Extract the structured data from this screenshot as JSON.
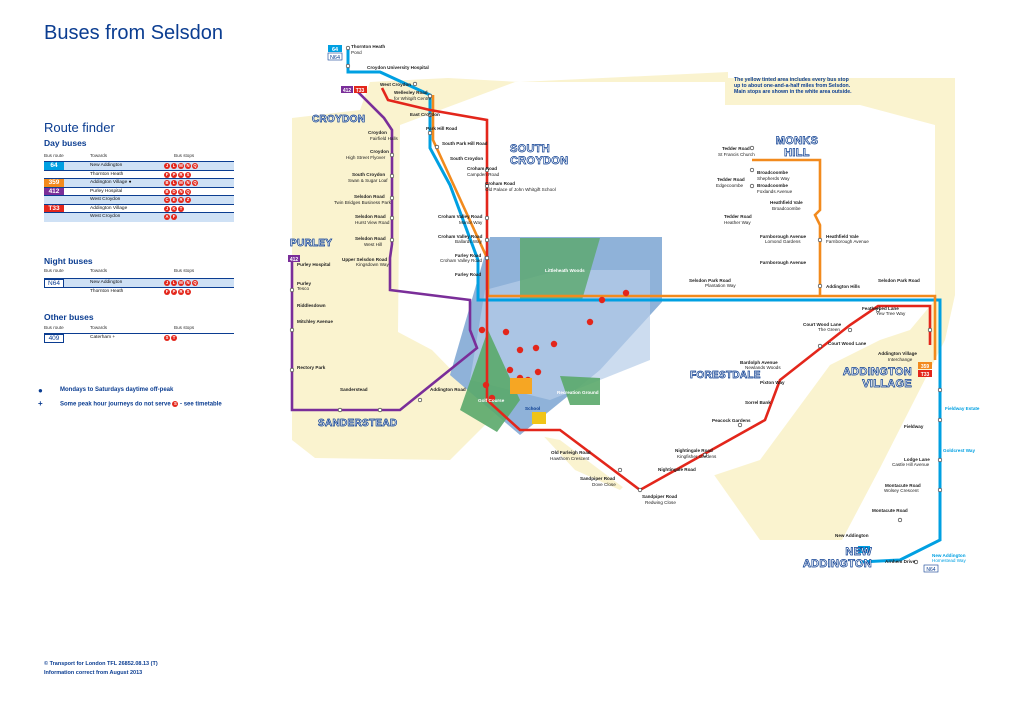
{
  "title": "Buses from Selsdon",
  "route_finder": {
    "heading": "Route finder",
    "day_heading": "Day buses",
    "col_route": "Bus route",
    "col_towards": "Towards",
    "col_stops": "Bus stops",
    "day": [
      {
        "route": "64",
        "towards": "New Addington",
        "stops": [
          "J",
          "L",
          "M",
          "N",
          "Q"
        ],
        "color": "#00a0e2",
        "shade": true
      },
      {
        "route": "",
        "towards": "Thornton Heath",
        "stops": [
          "F",
          "P",
          "R",
          "S"
        ],
        "color": "#00a0e2",
        "shade": false
      },
      {
        "route": "359",
        "towards": "Addington Village ●",
        "stops": [
          "B",
          "L",
          "M",
          "N",
          "Q"
        ],
        "color": "#f28a1d",
        "shade": true
      },
      {
        "route": "412",
        "towards": "Purley Hospital",
        "stops": [
          "B",
          "D",
          "N",
          "Q"
        ],
        "color": "#7a2e99",
        "shade": false
      },
      {
        "route": "",
        "towards": "West Croydon",
        "stops": [
          "C",
          "E",
          "R",
          "Z"
        ],
        "color": "#7a2e99",
        "shade": true
      },
      {
        "route": "T33",
        "towards": "Addington Village",
        "stops": [
          "J",
          "K",
          "T"
        ],
        "color": "#e3261b",
        "shade": false
      },
      {
        "route": "",
        "towards": "West Croydon",
        "stops": [
          "A",
          "F"
        ],
        "color": "#e3261b",
        "shade": true
      }
    ],
    "night_heading": "Night buses",
    "night": [
      {
        "route": "N64",
        "towards": "New Addington",
        "stops": [
          "J",
          "L",
          "M",
          "N",
          "Q"
        ],
        "shade": true
      },
      {
        "route": "",
        "towards": "Thornton Heath",
        "stops": [
          "F",
          "P",
          "R",
          "S"
        ],
        "shade": false
      }
    ],
    "other_heading": "Other buses",
    "other": [
      {
        "route": "409",
        "towards": "Caterham +",
        "stops": [
          "S",
          "T"
        ],
        "shade": false
      }
    ]
  },
  "legend": {
    "dot_text": "Mondays to Saturdays daytime off-peak",
    "plus_text": "Some peak hour journeys do not serve",
    "plus_stop": "S",
    "plus_tail": "- see timetable"
  },
  "footer": {
    "line1": "© Transport for London TFL 26852.08.13 (T)",
    "line2": "Information correct from August 2013"
  },
  "note": "The yellow tinted area includes every bus stop up to about one-and-a-half miles from Selsdon. Main stops are shown in the white area outside.",
  "areas": {
    "croydon": "CROYDON",
    "south_croydon": "SOUTH CROYDON",
    "monks_hill": "MONKS HILL",
    "purley": "PURLEY",
    "forestdale": "FORESTDALE",
    "addington_village": "ADDINGTON VILLAGE",
    "sanderstead": "SANDERSTEAD",
    "new_addington": "NEW ADDINGTON"
  },
  "map_labels": {
    "thornton_heath": "Thornton Heath",
    "pond": "Pond",
    "cuh": "Croydon University Hospital",
    "west_croydon": "West Croydon",
    "wellesley": "Wellesley Road",
    "whitgift_centre": "for Whitgift Centre",
    "east_croydon": "East Croydon",
    "park_hill": "Park Hill Road",
    "croydon_fh": "Croydon",
    "fairfield": "Fairfield Halls",
    "south_park_hill": "South Park Hill Road",
    "croydon_hs": "Croydon",
    "high_street": "High Street Flyover",
    "south_croydon": "South Croydon",
    "tedder_road": "Tedder Road",
    "st_francis": "St Francis Church",
    "croham_road": "Croham Road",
    "campden": "Campden Road",
    "swan": "Swan & Sugar Loaf",
    "croham_road2": "Croham Road",
    "old_palace": "Old Palace of John Whitgift School",
    "broadcoombe": "Broadcoombe",
    "shepherds": "Shepherds Way",
    "edgecoombe": "Edgecoombe",
    "foxlands": "Foxlands Avenue",
    "selsdon_road": "Selsdon Road",
    "twin_bridges": "Twin Bridges Business Park",
    "heathfield_vale": "Heathfield Vale",
    "selsdon_road2": "Selsdon Road",
    "hurst_view": "Hurst View Road",
    "croham_valley": "Croham Valley Road",
    "manor_way": "Manor Way",
    "heather_way": "Heather Way",
    "west_hill": "West Hill",
    "ballards": "Ballards Way",
    "farnborough": "Farnborough Avenue",
    "lomond": "Lomond Gardens",
    "upper_selsdon": "Upper Selsdon Road",
    "purley_hospital": "Purley Hospital",
    "kingsdown": "Kingsdown Way",
    "farley_road": "Farley Road",
    "littleheath": "Littleheath Woods",
    "purley_tesco": "Purley",
    "tesco": "Tesco",
    "selsdon_park": "Selsdon Park Road",
    "plantation": "Plantation Way",
    "addington_hills": "Addington Hills",
    "featherbed": "Featherbed Lane",
    "yew_tree": "Yew Tree Way",
    "riddlesdown": "Riddlesdown",
    "mitchley": "Mitchley Avenue",
    "court_wood": "Court Wood Lane",
    "the_green": "The Green",
    "rectory_park": "Rectory Park",
    "sanderstead_church": "Sanderstead",
    "addington_road": "Addington Road",
    "pixton_way": "Pixton Way",
    "golf_course": "Golf Course",
    "school": "School",
    "sorrel_bank": "Sorrel Bank",
    "recreation": "Recreation Ground",
    "peacock": "Peacock Gardens",
    "goldcrest": "Goldcrest Way",
    "nightingale": "Nightingale Road",
    "kingfisher": "Kingfisher Gardens",
    "old_farleigh": "Old Farleigh Road",
    "hawthorn": "Hawthorn Crescent",
    "sandpiper": "Sandpiper Road",
    "dove_close": "Dove Close",
    "redwing": "Redwing Close",
    "lodge_lane": "Lodge Lane",
    "castle_hill": "Castle Hill Avenue",
    "fieldway": "Fieldway Estate",
    "fieldway2": "Fieldway",
    "montacute": "Montacute Road",
    "wolsey": "Wolsey Crescent",
    "new_addington": "New Addington",
    "homestead": "Homestead Way",
    "arnhem": "Arnhem Drive",
    "addington_village": "Addington Village",
    "interchange": "Interchange",
    "bardolph": "Bardolph Avenue",
    "newlands": "Newlands Woods"
  }
}
